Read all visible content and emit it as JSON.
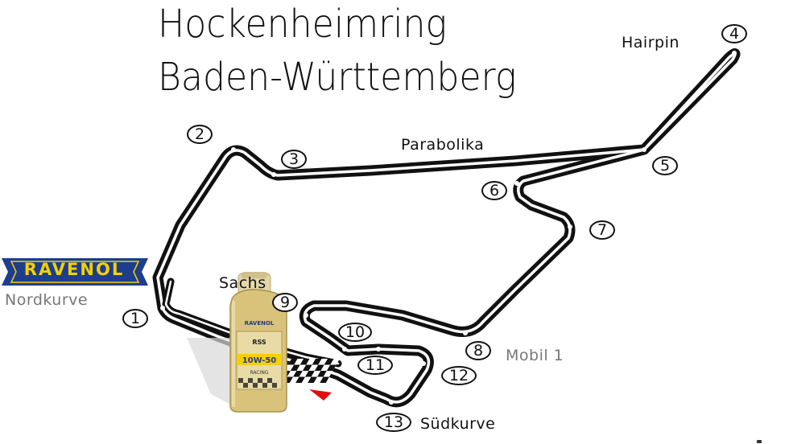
{
  "title": {
    "line1": "Hockenheimring",
    "line2": "Baden-Württemberg"
  },
  "corners": [
    {
      "num": "1"
    },
    {
      "num": "2"
    },
    {
      "num": "3"
    },
    {
      "num": "4"
    },
    {
      "num": "5"
    },
    {
      "num": "6"
    },
    {
      "num": "7"
    },
    {
      "num": "8"
    },
    {
      "num": "9"
    },
    {
      "num": "10"
    },
    {
      "num": "11"
    },
    {
      "num": "12"
    },
    {
      "num": "13"
    }
  ],
  "labels": {
    "hairpin": "Hairpin",
    "parabolika": "Parabolika",
    "sachs": "Sachs",
    "nordkurve": "Nordkurve",
    "mobil1": "Mobil 1",
    "suedkurve": "Südkurve"
  },
  "sponsor": {
    "logo_text": "RAVENOL",
    "bottle_brand": "RAVENOL",
    "bottle_code": "RSS",
    "bottle_grade": "10W-50",
    "bottle_sub": "RACING"
  },
  "colors": {
    "track": "#111111",
    "track_inner": "#ffffff",
    "logo_blue": "#1e3d8f",
    "logo_yellow": "#f5d000",
    "bottle_gold": "#d9c27a",
    "start_marker": "#e01010"
  },
  "icons": {
    "start_marker": "red-triangle-icon",
    "finish_flag": "checkered-flag-icon",
    "oil_bottle": "oil-bottle-icon"
  }
}
